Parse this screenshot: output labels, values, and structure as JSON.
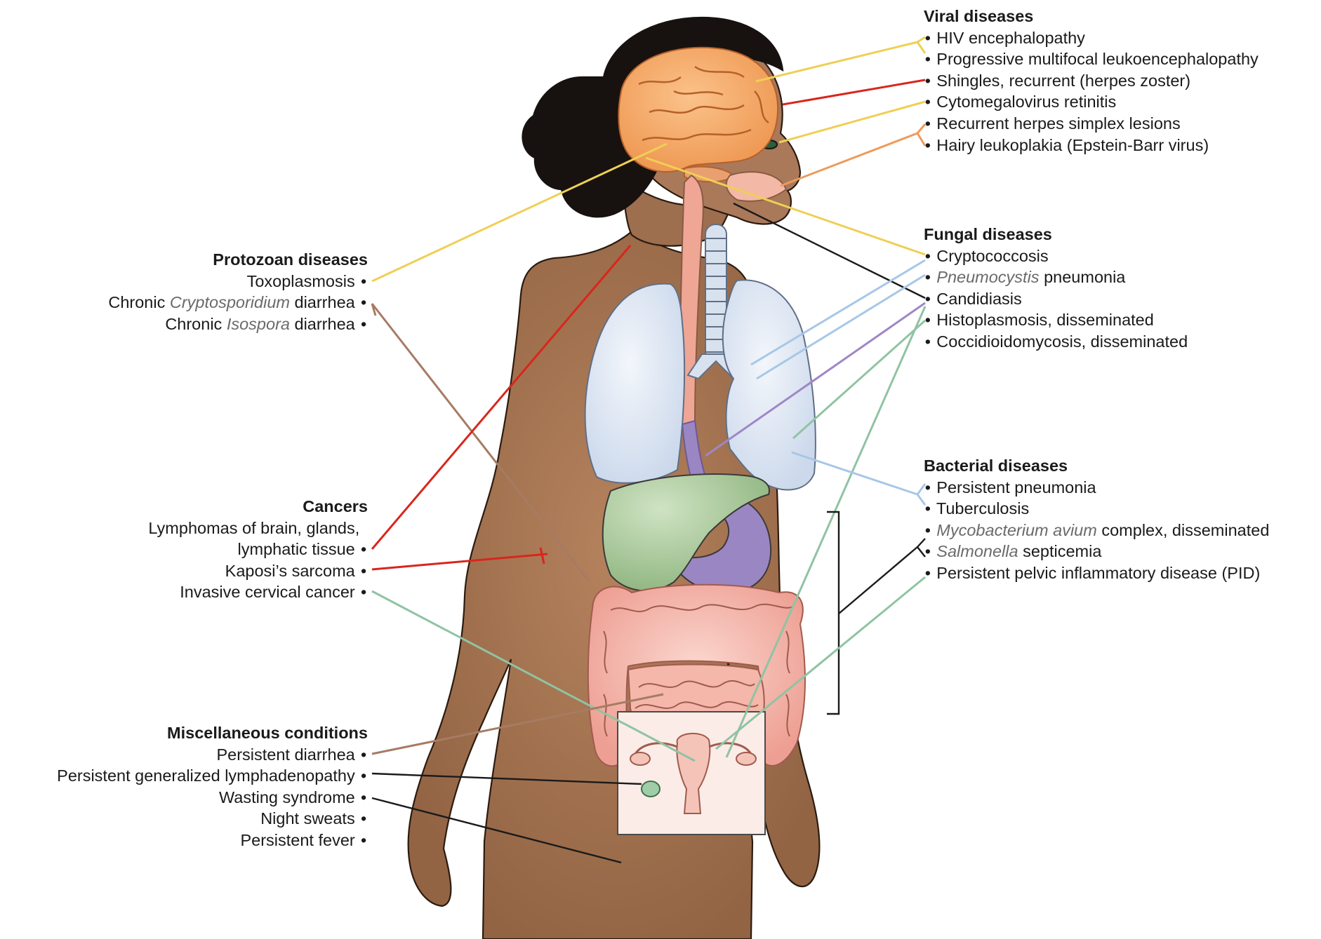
{
  "colors": {
    "skin": "#a27352",
    "skin_dark": "#6d4a30",
    "hair": "#171210",
    "brain": "#f4a765",
    "lung": "#dde6f3",
    "liver": "#a9c79c",
    "stomach": "#9b86c4",
    "intestine": "#f3b4a8",
    "line_yellow": "#efcf55",
    "line_red": "#d9261c",
    "line_orange": "#ee9a5b",
    "line_blue": "#a7c7e6",
    "line_purple": "#9f87c6",
    "line_green": "#90c3a3",
    "line_brown": "#a77b63",
    "line_black": "#1a1a1a"
  },
  "groups": {
    "viral": {
      "title": "Viral diseases",
      "items": [
        {
          "text": "HIV encephalopathy"
        },
        {
          "text": "Progressive multifocal leukoencephalopathy"
        },
        {
          "text": "Shingles, recurrent (herpes zoster)"
        },
        {
          "text": "Cytomegalovirus retinitis"
        },
        {
          "text": "Recurrent herpes simplex lesions"
        },
        {
          "text": "Hairy leukoplakia (Epstein-Barr virus)"
        }
      ]
    },
    "fungal": {
      "title": "Fungal diseases",
      "items": [
        {
          "text": "Cryptococcosis"
        },
        {
          "italic": "Pneumocystis",
          "after": " pneumonia"
        },
        {
          "text": "Candidiasis"
        },
        {
          "text": "Histoplasmosis, disseminated"
        },
        {
          "text": "Coccidioidomycosis, disseminated"
        }
      ]
    },
    "bacterial": {
      "title": "Bacterial diseases",
      "items": [
        {
          "text": "Persistent pneumonia"
        },
        {
          "text": "Tuberculosis"
        },
        {
          "italic": "Mycobacterium avium",
          "after": " complex, disseminated"
        },
        {
          "italic": "Salmonella",
          "after": " septicemia"
        },
        {
          "text": "Persistent pelvic inflammatory disease (PID)"
        }
      ]
    },
    "protozoan": {
      "title": "Protozoan diseases",
      "items": [
        {
          "text": "Toxoplasmosis"
        },
        {
          "before": "Chronic ",
          "italic": "Cryptosporidium",
          "after": " diarrhea"
        },
        {
          "before": "Chronic ",
          "italic": "Isospora",
          "after": " diarrhea"
        }
      ]
    },
    "cancers": {
      "title": "Cancers",
      "items": [
        {
          "text": "Lymphomas of brain, glands,",
          "nobullet": true
        },
        {
          "text": "lymphatic tissue"
        },
        {
          "text": "Kaposi’s sarcoma"
        },
        {
          "text": "Invasive cervical cancer"
        }
      ]
    },
    "misc": {
      "title": "Miscellaneous conditions",
      "items": [
        {
          "text": "Persistent diarrhea"
        },
        {
          "text": "Persistent generalized lymphadenopathy"
        },
        {
          "text": "Wasting syndrome"
        },
        {
          "text": "Night sweats"
        },
        {
          "text": "Persistent fever"
        }
      ]
    }
  }
}
